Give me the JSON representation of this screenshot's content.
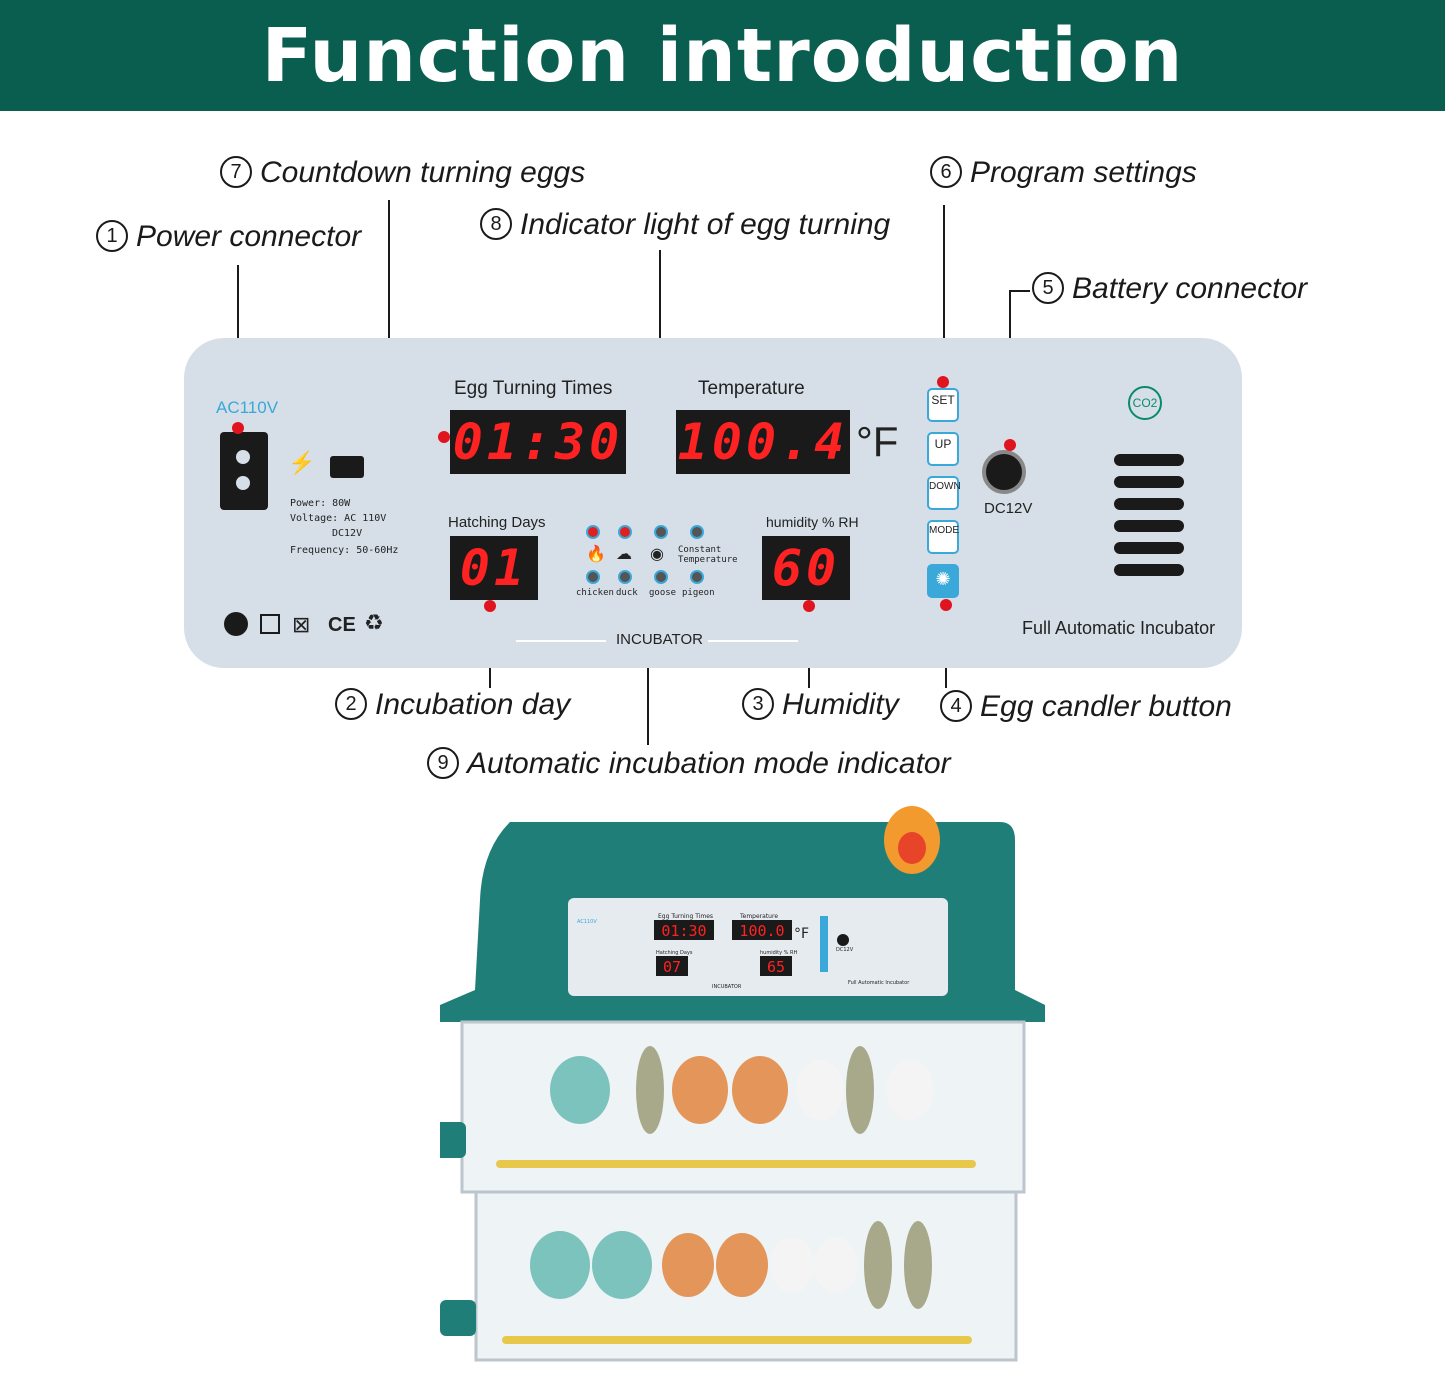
{
  "header": {
    "title": "Function introduction"
  },
  "callouts": {
    "c7": {
      "num": "7",
      "text": "Countdown turning eggs"
    },
    "c1": {
      "num": "1",
      "text": "Power connector"
    },
    "c8": {
      "num": "8",
      "text": "Indicator light of egg turning"
    },
    "c6": {
      "num": "6",
      "text": "Program settings"
    },
    "c5": {
      "num": "5",
      "text": "Battery connector"
    },
    "c2": {
      "num": "2",
      "text": "Incubation day"
    },
    "c3": {
      "num": "3",
      "text": "Humidity"
    },
    "c4": {
      "num": "4",
      "text": "Egg candler button"
    },
    "c9": {
      "num": "9",
      "text": "Automatic incubation mode indicator"
    }
  },
  "panel": {
    "ac_label": "AC110V",
    "power_info": {
      "power": "Power: 80W",
      "voltage": "Voltage:  AC 110V",
      "dc": "DC12V",
      "frequency": "Frequency: 50-60Hz"
    },
    "egg_turning_label": "Egg Turning Times",
    "egg_turning_value": "01:30",
    "temperature_label": "Temperature",
    "temperature_value": "100.4",
    "temperature_unit": "°F",
    "hatching_label": "Hatching Days",
    "hatching_value": "01",
    "humidity_label": "humidity % RH",
    "humidity_value": "60",
    "modes": [
      "chicken",
      "duck",
      "goose",
      "pigeon"
    ],
    "constant_temp": "Constant Temperature",
    "incubator_label": "INCUBATOR",
    "buttons": [
      "SET",
      "UP",
      "DOWN",
      "MODE"
    ],
    "dc_label": "DC12V",
    "co2_label": "CO2",
    "footer": "Full Automatic Incubator",
    "certs": "CE"
  },
  "product": {
    "ac_label": "AC110V",
    "egg_turning_label": "Egg Turning Times",
    "egg_turning_value": "01:30",
    "temperature_label": "Temperature",
    "temperature_value": "100.0",
    "temperature_unit": "°F",
    "hatching_label": "Hatching Days",
    "hatching_value": "07",
    "humidity_label": "humidity % RH",
    "humidity_value": "65",
    "dc_label": "DC12V",
    "incubator_label": "INCUBATOR",
    "footer": "Full Automatic Incubator"
  },
  "colors": {
    "header_bg": "#0a5e4f",
    "panel_bg": "#d6dfe8",
    "display_red": "#ff2222",
    "accent_blue": "#3aa8d8",
    "pin_red": "#e0141e"
  }
}
